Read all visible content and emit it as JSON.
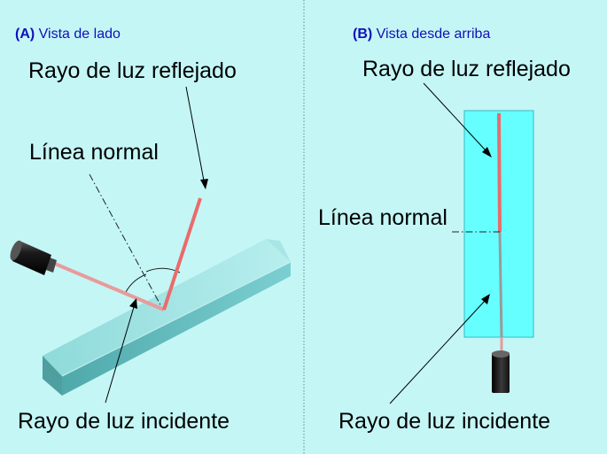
{
  "panel_a": {
    "title_letter": "(A)",
    "title_text": "Vista de lado",
    "label_reflected": "Rayo de luz reflejado",
    "label_normal": "Línea normal",
    "label_incident": "Rayo de luz incidente"
  },
  "panel_b": {
    "title_letter": "(B)",
    "title_text": "Vista desde arriba",
    "label_reflected": "Rayo de luz reflejado",
    "label_normal": "Línea normal",
    "label_incident": "Rayo de luz incidente"
  },
  "colors": {
    "background": "#c4f6f6",
    "title_blue": "#1010b8",
    "beam_red": "#ea6b6b",
    "block_cyan": "#66ffff",
    "prism_teal": "#6fc7c9"
  },
  "icons": [
    "laser-pointer-icon",
    "arrow-icon"
  ]
}
